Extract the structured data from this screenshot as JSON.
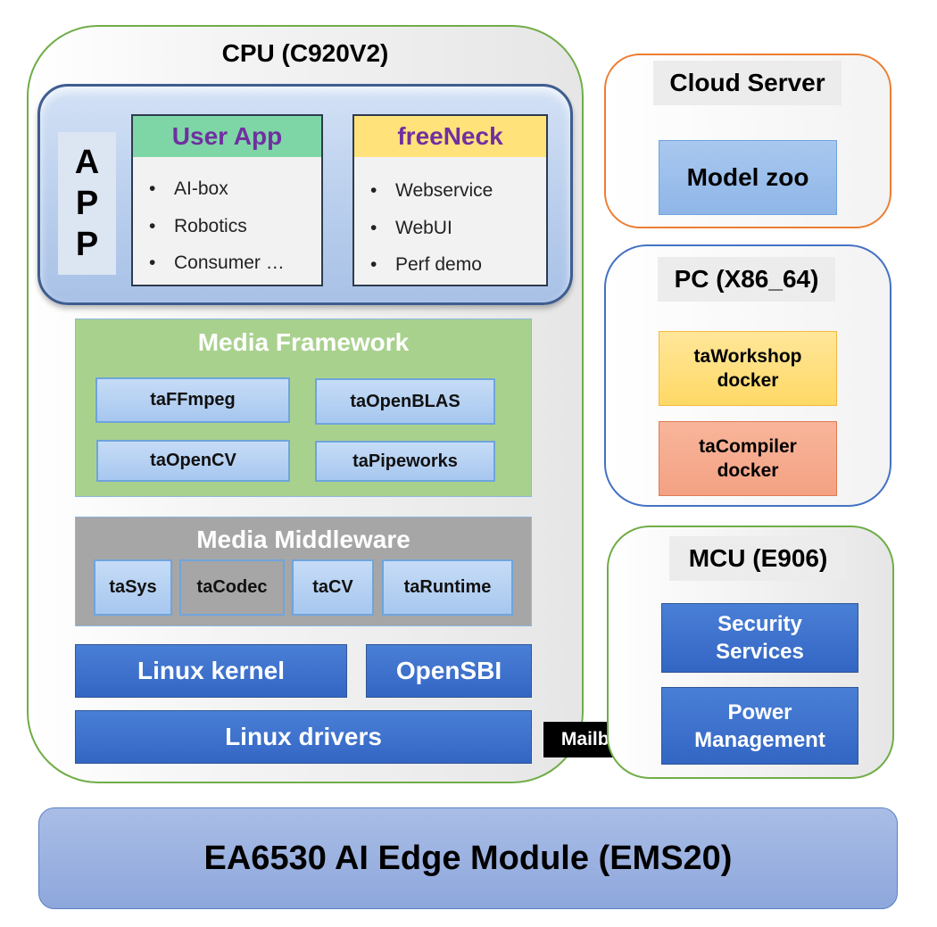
{
  "cpu": {
    "title": "CPU (C920V2)",
    "app_label": [
      "A",
      "P",
      "P"
    ],
    "user_app": {
      "title": "User App",
      "header_color": "#7ed6a6",
      "items": [
        "AI-box",
        "Robotics",
        "Consumer …"
      ]
    },
    "freeneck": {
      "title": "freeNeck",
      "header_color": "#ffe27a",
      "items": [
        "Webservice",
        "WebUI",
        "Perf demo"
      ]
    },
    "media_framework": {
      "title": "Media Framework",
      "items": [
        "taFFmpeg",
        "taOpenBLAS",
        "taOpenCV",
        "taPipeworks"
      ]
    },
    "media_middleware": {
      "title": "Media Middleware",
      "items": [
        "taSys",
        "taCodec",
        "taCV",
        "taRuntime"
      ]
    },
    "linux_kernel": "Linux kernel",
    "opensbi": "OpenSBI",
    "linux_drivers": "Linux drivers"
  },
  "mailbox": "Mailbox",
  "cloud_server": {
    "title": "Cloud Server",
    "model_zoo": "Model zoo"
  },
  "pc": {
    "title": "PC (X86_64)",
    "workshop": [
      "taWorkshop",
      "docker"
    ],
    "compiler": [
      "taCompiler",
      "docker"
    ]
  },
  "mcu": {
    "title": "MCU (E906)",
    "security": [
      "Security",
      "Services"
    ],
    "power": [
      "Power",
      "Management"
    ]
  },
  "module": "EA6530 AI Edge Module (EMS20)",
  "colors": {
    "cpu_border": "#70ad47",
    "cloud_border": "#ed7d31",
    "pc_border": "#4472c4",
    "mcu_border": "#70ad47",
    "media_framework_bg": "#a9d18e",
    "media_middleware_bg": "#a6a6a6",
    "dark_blue_block": "#3366c4"
  }
}
